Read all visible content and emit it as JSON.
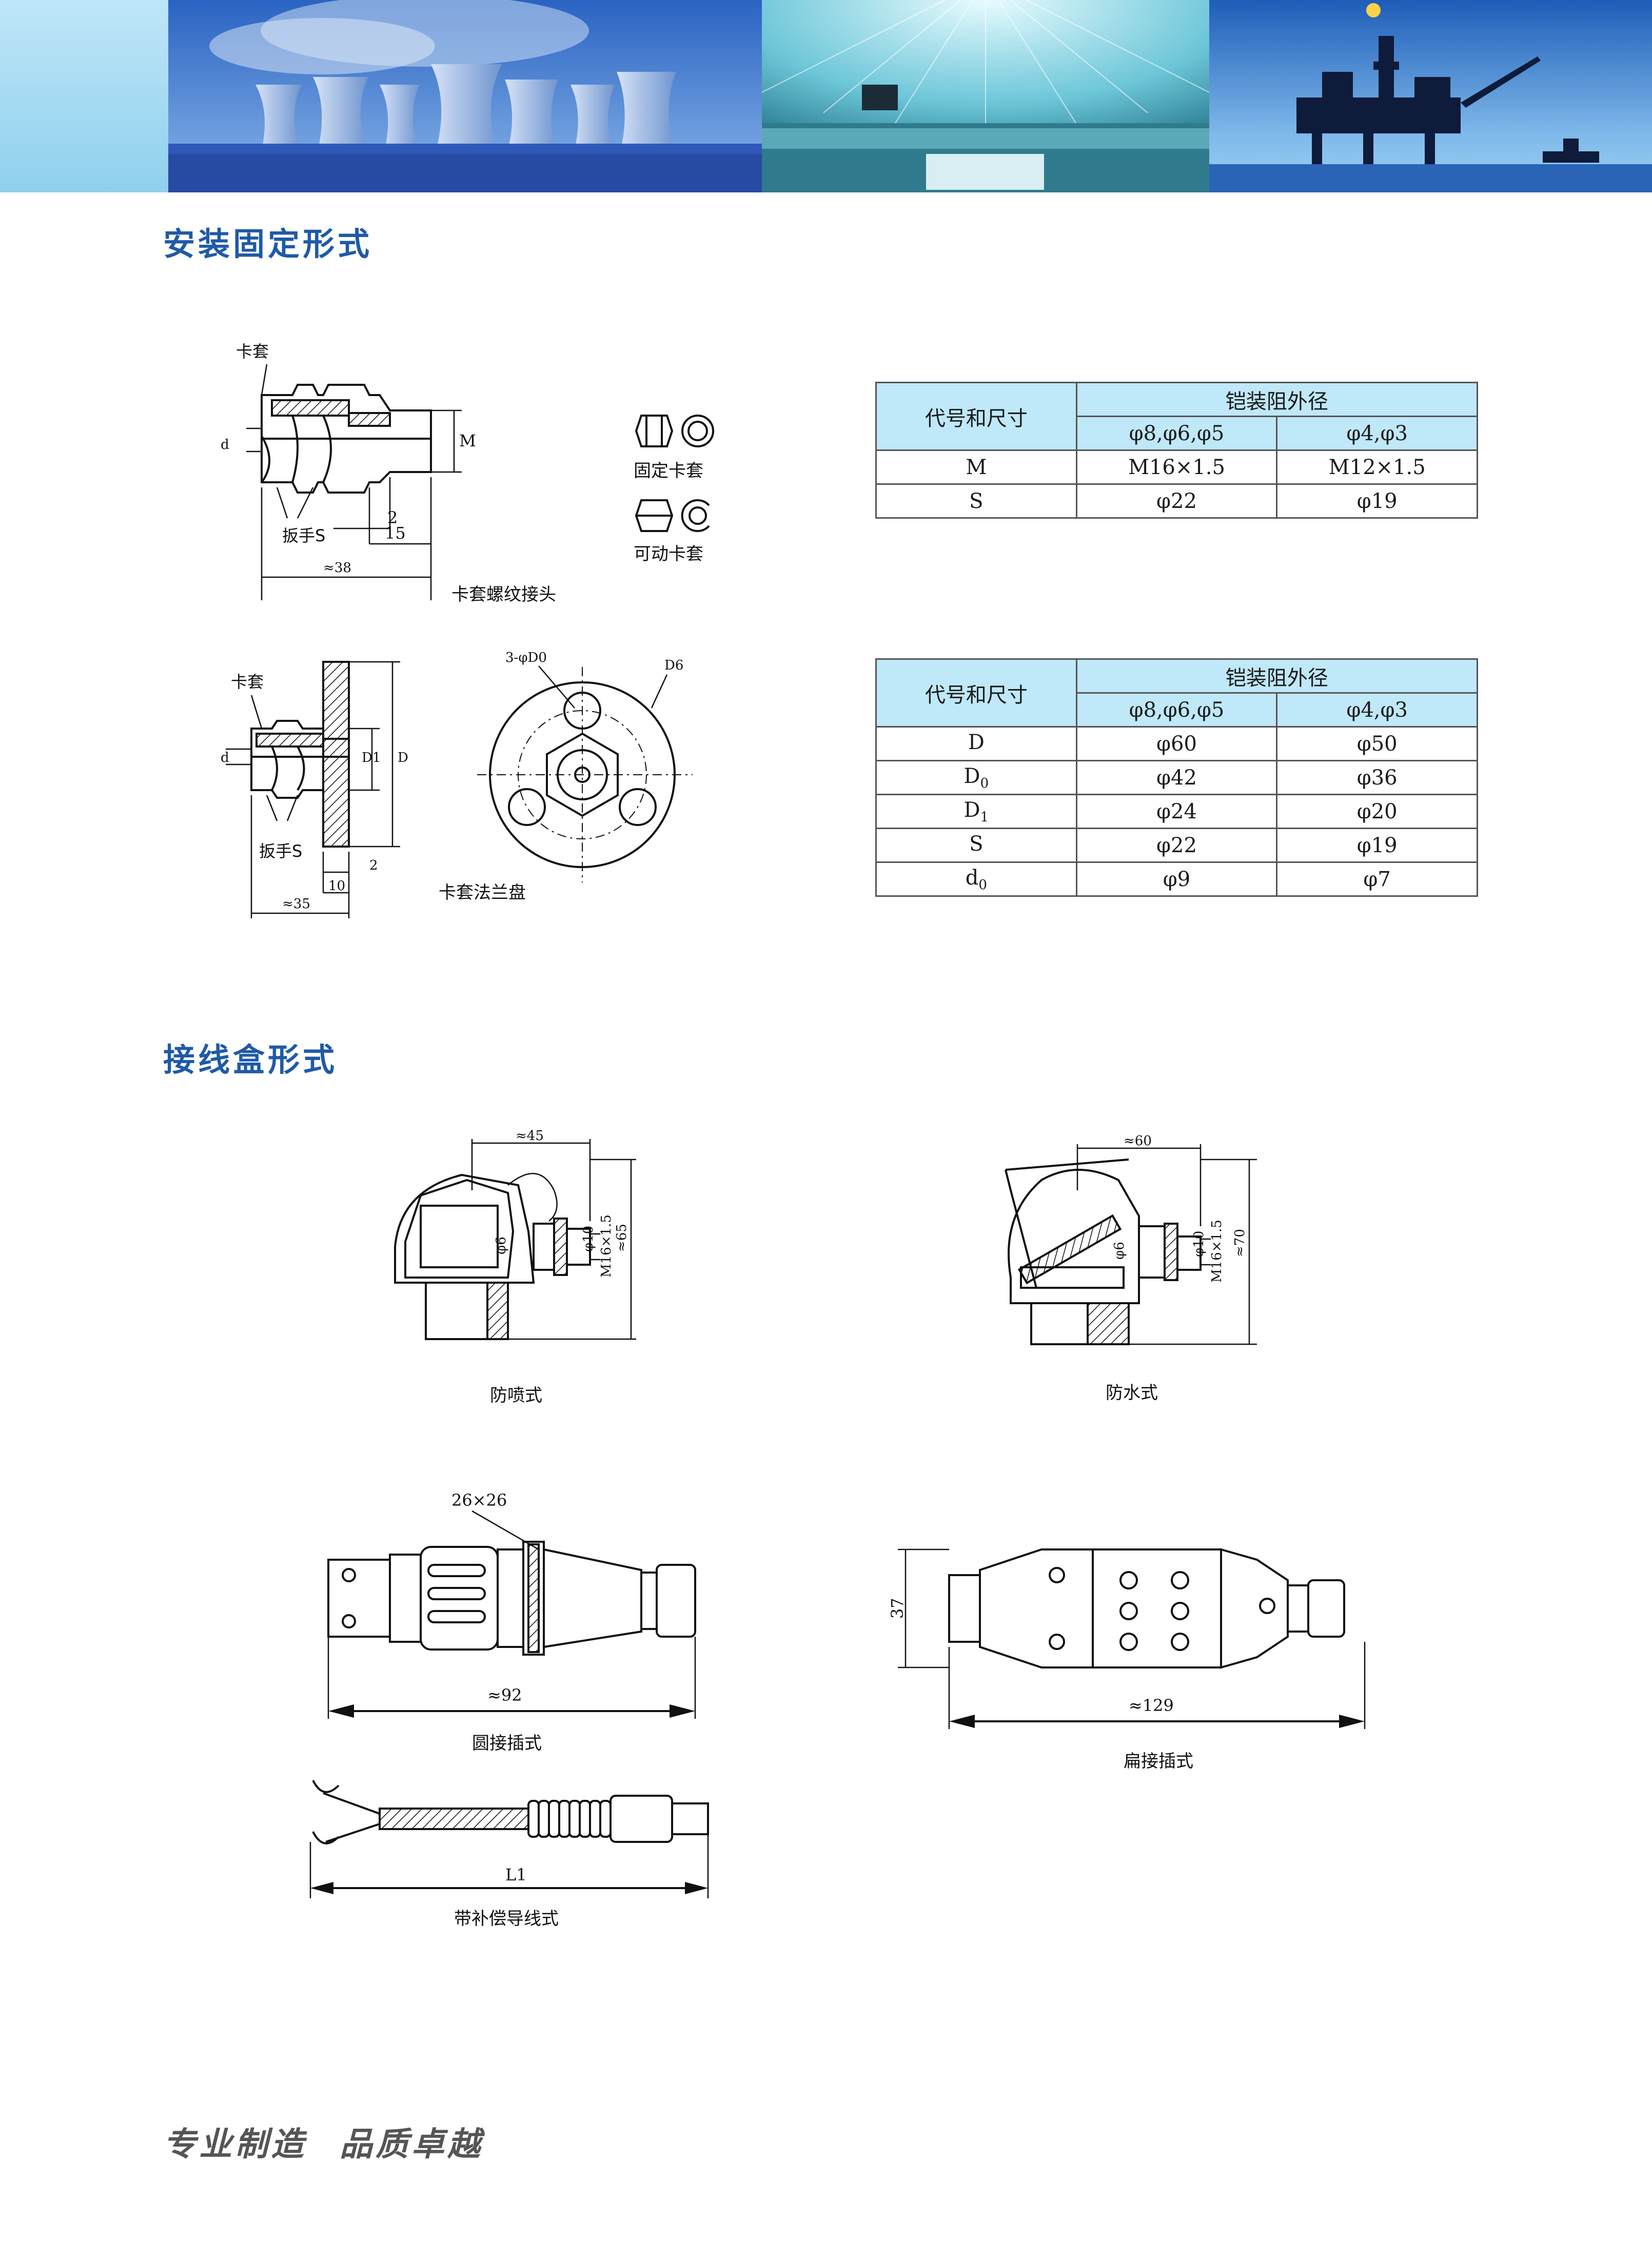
{
  "section_install": {
    "title": "安装固定形式"
  },
  "section_box": {
    "title": "接线盒形式"
  },
  "install": {
    "ferrule_thread": {
      "caption": "卡套螺纹接头",
      "labels": {
        "ferrule": "卡套",
        "d": "d",
        "M": "M",
        "wrench": "扳手S",
        "dim2": "2",
        "dim15": "15",
        "dim38": "≈38"
      }
    },
    "ferrule_types": {
      "fixed": "固定卡套",
      "movable": "可动卡套"
    },
    "ferrule_flange": {
      "caption": "卡套法兰盘",
      "labels": {
        "ferrule": "卡套",
        "d": "d",
        "D1": "D1",
        "D": "D",
        "wrench": "扳手S",
        "dim2": "2",
        "dim10": "10",
        "dim35": "≈35",
        "holes": "3-φD0",
        "Dd": "D6"
      }
    }
  },
  "table1": {
    "header_code": "代号和尺寸",
    "header_group": "铠装阻外径",
    "col1": "φ8,φ6,φ5",
    "col2": "φ4,φ3",
    "rows": [
      {
        "code": "M",
        "v1": "M16×1.5",
        "v2": "M12×1.5"
      },
      {
        "code": "S",
        "v1": "φ22",
        "v2": "φ19"
      }
    ]
  },
  "table2": {
    "header_code": "代号和尺寸",
    "header_group": "铠装阻外径",
    "col1": "φ8,φ6,φ5",
    "col2": "φ4,φ3",
    "rows": [
      {
        "code": "D",
        "sub": "",
        "v1": "φ60",
        "v2": "φ50"
      },
      {
        "code": "D",
        "sub": "0",
        "v1": "φ42",
        "v2": "φ36"
      },
      {
        "code": "D",
        "sub": "1",
        "v1": "φ24",
        "v2": "φ20"
      },
      {
        "code": "S",
        "sub": "",
        "v1": "φ22",
        "v2": "φ19"
      },
      {
        "code": "d",
        "sub": "0",
        "v1": "φ9",
        "v2": "φ7"
      }
    ]
  },
  "boxes": {
    "splash": {
      "caption": "防喷式",
      "dim45": "≈45",
      "dim65": "≈65",
      "phi10": "φ10",
      "m16": "M16×1.5",
      "phi6": "φ6"
    },
    "waterproof": {
      "caption": "防水式",
      "dim60": "≈60",
      "dim70": "≈70",
      "phi10": "φ10",
      "m16": "M16×1.5",
      "phi6": "φ6"
    },
    "round_plug": {
      "caption": "圆接插式",
      "dim26": "26×26",
      "dim92": "≈92"
    },
    "flat_plug": {
      "caption": "扁接插式",
      "dim37": "37",
      "dim129": "≈129"
    },
    "lead_wire": {
      "caption": "带补偿导线式",
      "L1": "L1"
    }
  },
  "slogan": {
    "part1": "专业制造",
    "part2": "品质卓越"
  },
  "colors": {
    "heading": "#1f5aa6",
    "table_header": "#bfe8f8",
    "banner_left": "#8fd0ee"
  }
}
